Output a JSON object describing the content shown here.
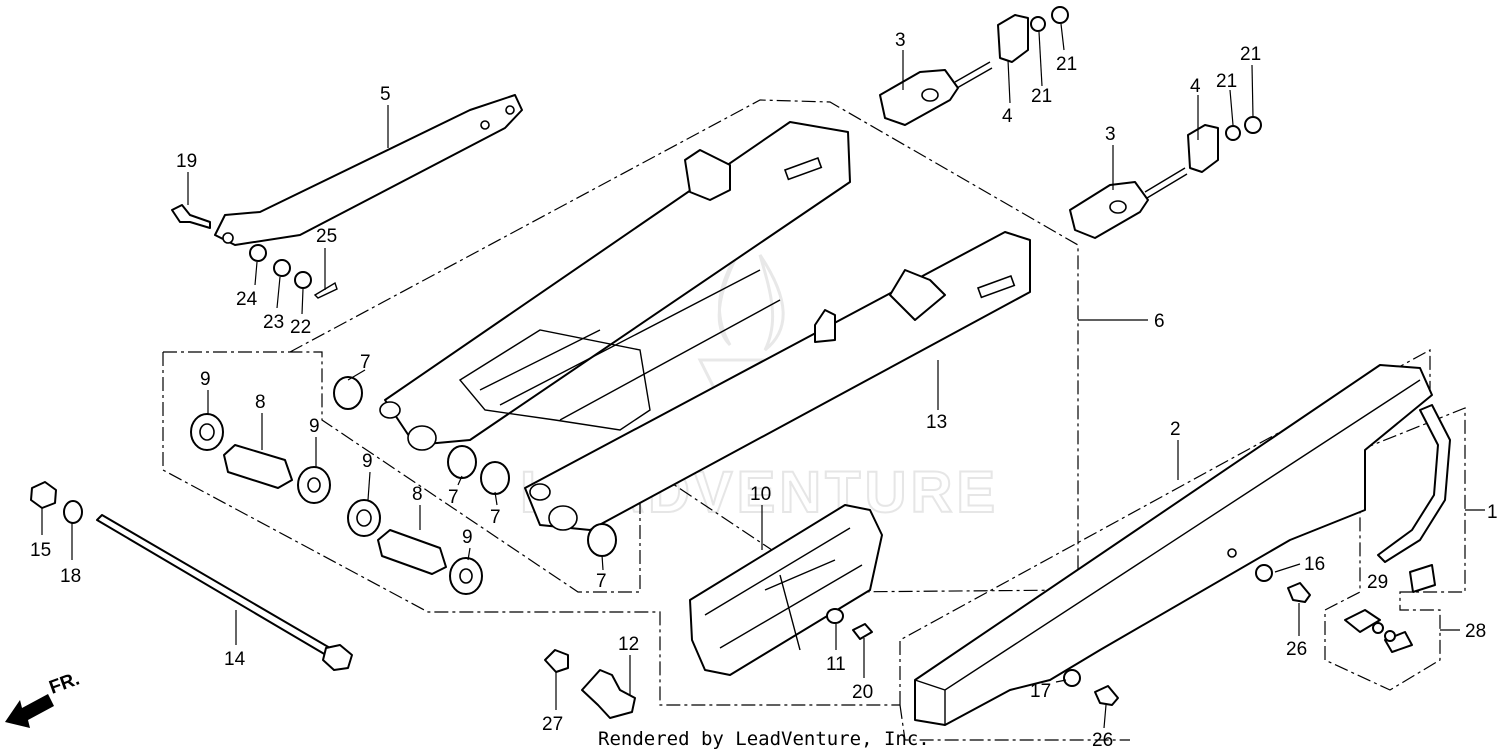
{
  "credit": "Rendered by LeadVenture, Inc.",
  "direction_label": "FR.",
  "watermark": "LEADVENTURE",
  "callouts": {
    "c1": "1",
    "c2": "2",
    "c3a": "3",
    "c3b": "3",
    "c4a": "4",
    "c4b": "4",
    "c5": "5",
    "c6": "6",
    "c7a": "7",
    "c7b": "7",
    "c7c": "7",
    "c7d": "7",
    "c8a": "8",
    "c8b": "8",
    "c9a": "9",
    "c9b": "9",
    "c9c": "9",
    "c9d": "9",
    "c10": "10",
    "c11": "11",
    "c12": "12",
    "c13": "13",
    "c14": "14",
    "c15": "15",
    "c16": "16",
    "c17": "17",
    "c18": "18",
    "c19": "19",
    "c20": "20",
    "c21a": "21",
    "c21b": "21",
    "c21c": "21",
    "c21d": "21",
    "c22": "22",
    "c23": "23",
    "c24": "24",
    "c25": "25",
    "c26a": "26",
    "c26b": "26",
    "c27": "27",
    "c28": "28",
    "c29": "29"
  }
}
